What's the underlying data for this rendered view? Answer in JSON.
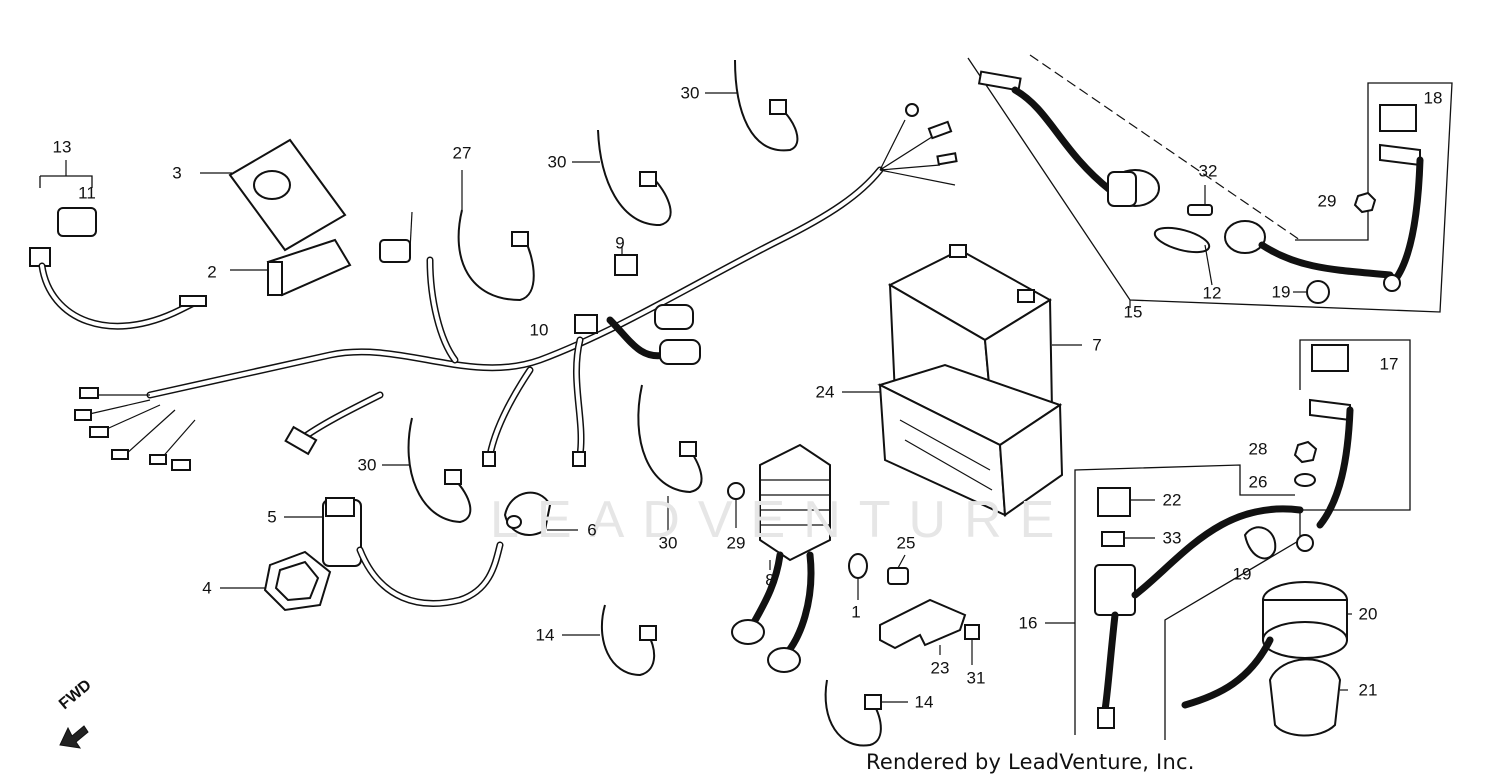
{
  "callouts": [
    {
      "id": "1",
      "text": "1"
    },
    {
      "id": "2",
      "text": "2"
    },
    {
      "id": "3",
      "text": "3"
    },
    {
      "id": "4",
      "text": "4"
    },
    {
      "id": "5",
      "text": "5"
    },
    {
      "id": "6",
      "text": "6"
    },
    {
      "id": "7",
      "text": "7"
    },
    {
      "id": "8",
      "text": "8"
    },
    {
      "id": "9",
      "text": "9"
    },
    {
      "id": "10",
      "text": "10"
    },
    {
      "id": "11",
      "text": "11"
    },
    {
      "id": "12",
      "text": "12"
    },
    {
      "id": "13",
      "text": "13"
    },
    {
      "id": "14",
      "text": "14"
    },
    {
      "id": "15",
      "text": "15"
    },
    {
      "id": "16",
      "text": "16"
    },
    {
      "id": "17",
      "text": "17"
    },
    {
      "id": "18",
      "text": "18"
    },
    {
      "id": "19",
      "text": "19"
    },
    {
      "id": "20",
      "text": "20"
    },
    {
      "id": "21",
      "text": "21"
    },
    {
      "id": "22",
      "text": "22"
    },
    {
      "id": "23",
      "text": "23"
    },
    {
      "id": "24",
      "text": "24"
    },
    {
      "id": "25",
      "text": "25"
    },
    {
      "id": "26",
      "text": "26"
    },
    {
      "id": "27",
      "text": "27"
    },
    {
      "id": "28",
      "text": "28"
    },
    {
      "id": "29",
      "text": "29"
    },
    {
      "id": "30",
      "text": "30"
    },
    {
      "id": "31",
      "text": "31"
    },
    {
      "id": "32",
      "text": "32"
    },
    {
      "id": "33",
      "text": "33"
    }
  ],
  "direction_label": "FWD",
  "credit": "Rendered by LeadVenture, Inc.",
  "watermark": "LEADVENTURE"
}
